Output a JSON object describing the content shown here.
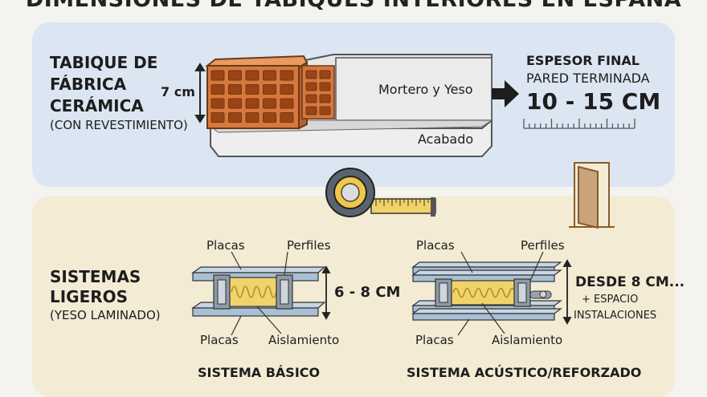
{
  "title": "DIMENSIONES DE TABIQUES INTERIORES EN ESPAÑA",
  "ceramic": {
    "heading": [
      "TABIQUE DE",
      "FÁBRICA",
      "CERÁMICA"
    ],
    "subheading": "(CON REVESTIMIENTO)",
    "brick_width": "7 cm",
    "layer_mortar": "Mortero y Yeso",
    "layer_finish": "Acabado",
    "final_label_1": "ESPESOR FINAL",
    "final_label_2": "PARED TERMINADA",
    "final_value": "10 - 15 CM"
  },
  "light": {
    "heading": [
      "SISTEMAS",
      "LIGEROS"
    ],
    "subheading": "(YESO LAMINADO)",
    "basic": {
      "label_boards_top": "Placas",
      "label_profiles": "Perfiles",
      "label_boards_bottom": "Placas",
      "label_insulation": "Aislamiento",
      "dimension": "6 - 8 CM",
      "caption": "SISTEMA BÁSICO"
    },
    "acoustic": {
      "label_boards_top": "Placas",
      "label_profiles": "Perfiles",
      "label_boards_bottom": "Placas",
      "label_insulation": "Aislamiento",
      "dimension": "DESDE 8 CM...",
      "note_1": "+ ESPACIO",
      "note_2": "INSTALACIONES",
      "caption": "SISTEMA ACÚSTICO/REFORZADO"
    }
  },
  "colors": {
    "top_panel": "#dbe6f2",
    "bottom_panel": "#f3ebd4",
    "brick": "#d9773d",
    "insulation": "#f0d36a",
    "board": "#a9bfd3"
  },
  "icons": [
    "arrow-right-icon",
    "tape-measure-icon",
    "door-icon"
  ]
}
